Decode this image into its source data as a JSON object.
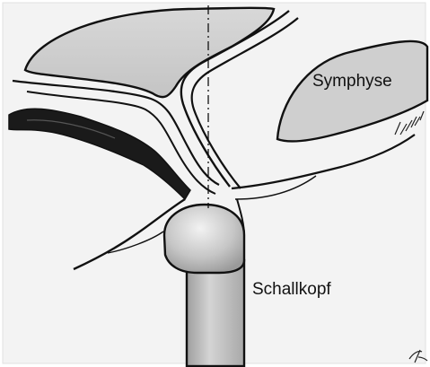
{
  "labels": {
    "symphyse": "Symphyse",
    "schallkopf": "Schallkopf"
  },
  "colors": {
    "background": "#ffffff",
    "sheet": "#f3f3f3",
    "bladder_fill": "#d2d2d2",
    "symphysis_fill": "#cfcfcf",
    "probe_fill": "#bdbdbd",
    "outline": "#111111",
    "dark_tissue": "#1a1a1a"
  },
  "icons": {
    "signature": "artist-signature-mark"
  }
}
